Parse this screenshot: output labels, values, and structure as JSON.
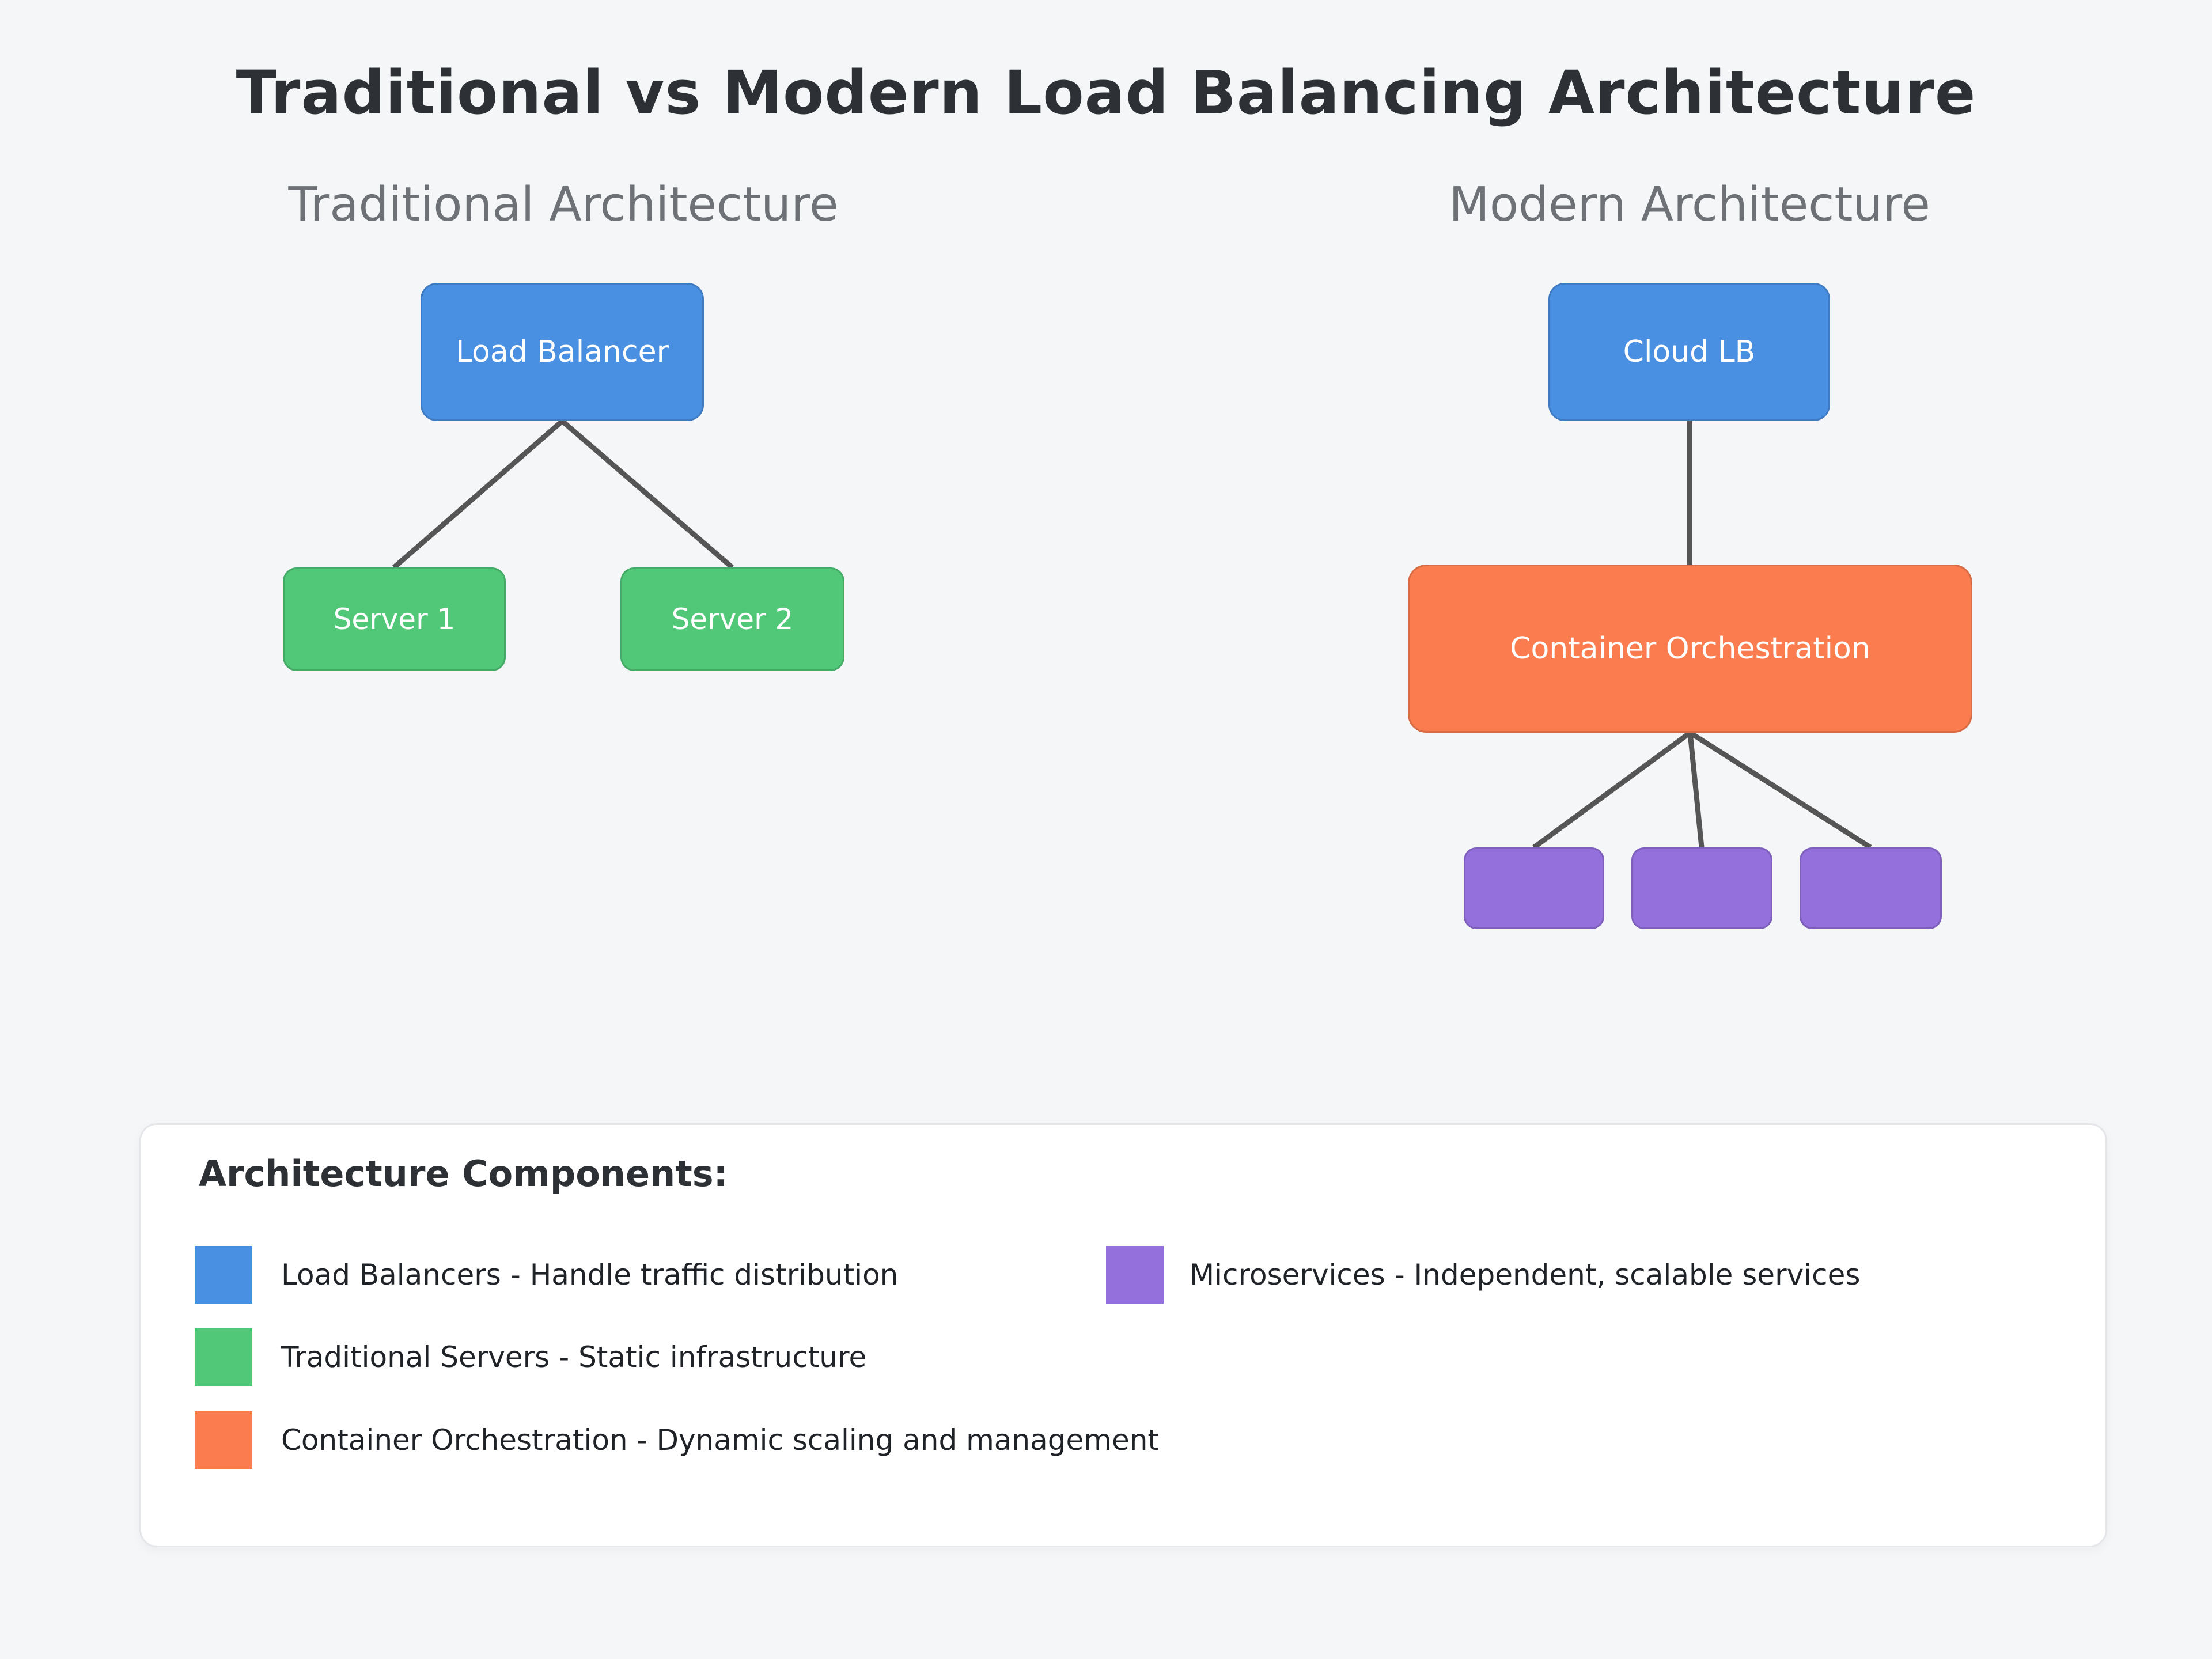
{
  "title": "Traditional vs Modern Load Balancing Architecture",
  "colors": {
    "background": "#f5f6f8",
    "title_text": "#2d3135",
    "section_text": "#6e7276",
    "node_text": "#ffffff",
    "legend_text": "#1f2328",
    "line": "#555555",
    "blue": "#4a90e2",
    "green": "#50c878",
    "orange": "#fb7d4f",
    "purple": "#9370db"
  },
  "sections": {
    "traditional": {
      "header": "Traditional Architecture",
      "load_balancer_label": "Load Balancer",
      "server1_label": "Server 1",
      "server2_label": "Server 2"
    },
    "modern": {
      "header": "Modern Architecture",
      "cloud_lb_label": "Cloud LB",
      "container_orchestration_label": "Container Orchestration",
      "microservice_count": 3
    }
  },
  "legend": {
    "title": "Architecture Components:",
    "items": [
      {
        "swatch": "blue",
        "label": "Load Balancers - Handle traffic distribution"
      },
      {
        "swatch": "green",
        "label": "Traditional Servers - Static infrastructure"
      },
      {
        "swatch": "orange",
        "label": "Container Orchestration - Dynamic scaling and management"
      },
      {
        "swatch": "purple",
        "label": "Microservices - Independent, scalable services"
      }
    ]
  }
}
